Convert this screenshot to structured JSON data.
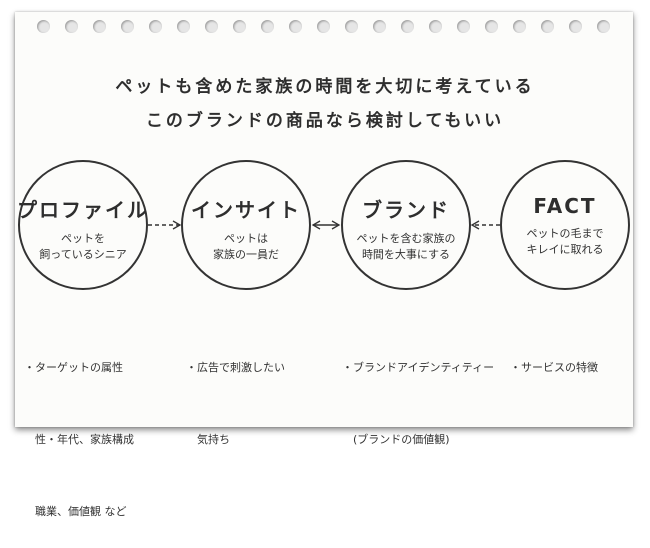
{
  "heading": {
    "line1": "ペットも含めた家族の時間を大切に考えている",
    "line2": "このブランドの商品なら検討してもいい"
  },
  "nodes": [
    {
      "title": "プロファイル",
      "subtitle_lines": [
        "ペットを",
        "飼っているシニア"
      ]
    },
    {
      "title": "インサイト",
      "subtitle_lines": [
        "ペットは",
        "家族の一員だ"
      ]
    },
    {
      "title": "ブランド",
      "subtitle_lines": [
        "ペットを含む家族の",
        "時間を大事にする"
      ]
    },
    {
      "title": "FACT",
      "subtitle_lines": [
        "ペットの毛まで",
        "キレイに取れる"
      ]
    }
  ],
  "notes": [
    {
      "lines": [
        "・ターゲットの属性",
        "　性・年代、家族構成",
        "　職業、価値観 など"
      ]
    },
    {
      "lines": [
        "・広告で刺激したい",
        "　気持ち"
      ]
    },
    {
      "lines": [
        "・ブランドアイデンティティー",
        "　(ブランドの価値観)"
      ]
    },
    {
      "lines": [
        "・サービスの特徴"
      ]
    }
  ]
}
